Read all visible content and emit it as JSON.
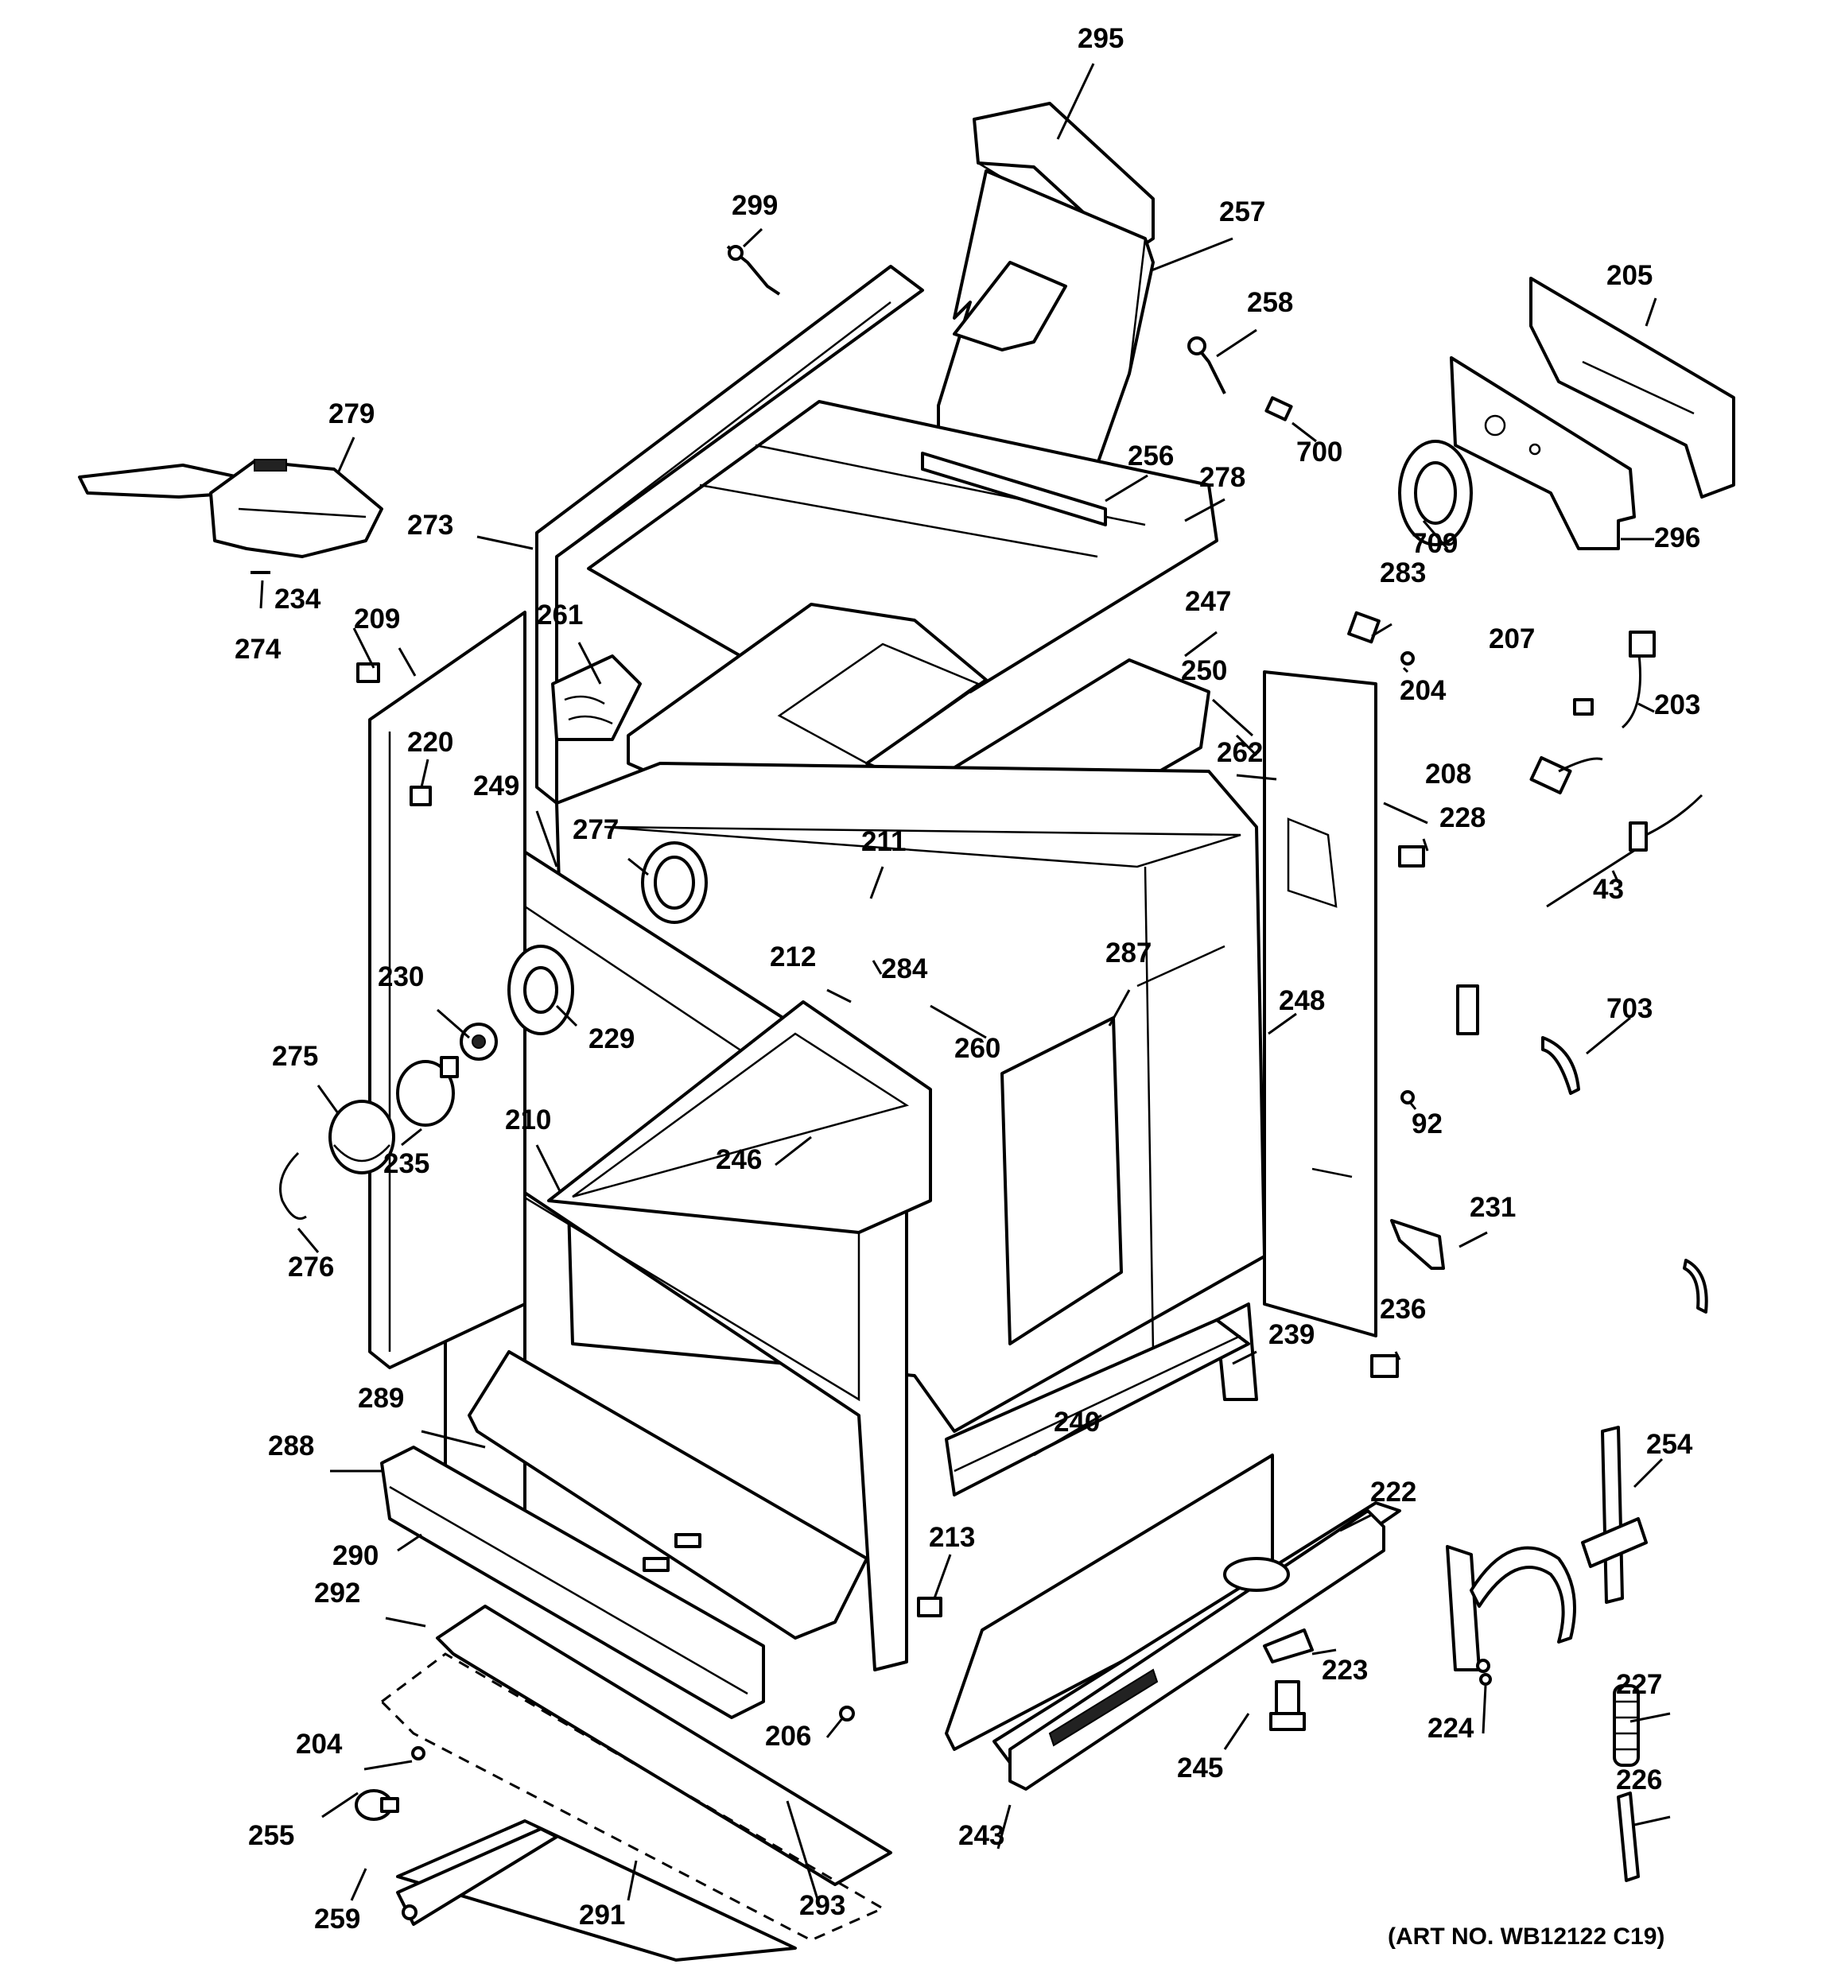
{
  "art_number": "(ART NO. WB12122 C19)",
  "callouts": [
    "295",
    "299",
    "257",
    "258",
    "205",
    "700",
    "279",
    "256",
    "278",
    "709",
    "296",
    "273",
    "283",
    "234",
    "209",
    "261",
    "247",
    "204",
    "207",
    "274",
    "250",
    "203",
    "220",
    "262",
    "208",
    "228",
    "249",
    "277",
    "211",
    "43",
    "212",
    "284",
    "287",
    "703",
    "230",
    "248",
    "229",
    "260",
    "275",
    "92",
    "210",
    "246",
    "235",
    "231",
    "276",
    "236",
    "239",
    "289",
    "240",
    "254",
    "288",
    "222",
    "213",
    "290",
    "292",
    "223",
    "227",
    "206",
    "224",
    "204",
    "245",
    "226",
    "255",
    "243",
    "259",
    "291",
    "293"
  ]
}
